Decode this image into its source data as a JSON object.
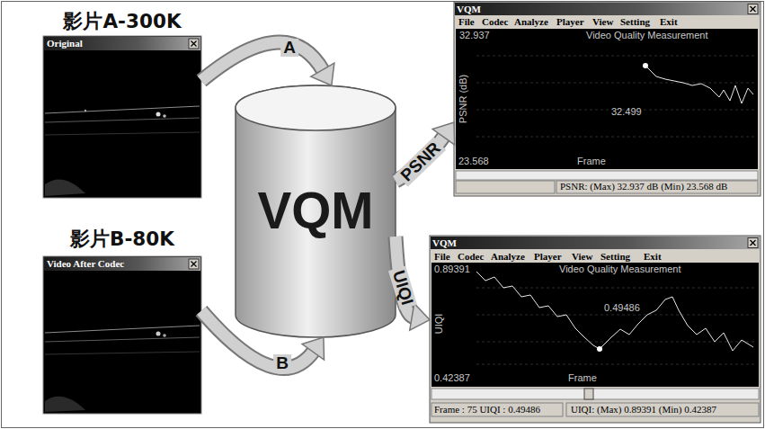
{
  "diagram": {
    "nodes": [
      {
        "text": [
          "影片A-300K",
          "Original"
        ]
      },
      {
        "text": [
          "影片B-80K",
          "Video After Codec"
        ]
      },
      {
        "text": [
          "VQM"
        ]
      },
      {
        "text": [
          "VQM"
        ]
      },
      {
        "text": [
          "VQM"
        ]
      }
    ],
    "edges": [
      {
        "from": 0,
        "to": 2,
        "arrow": "to",
        "label": "A"
      },
      {
        "from": 1,
        "to": 2,
        "arrow": "to",
        "label": "B"
      },
      {
        "from": 2,
        "to": 3,
        "arrow": "to",
        "label": "PSNR"
      },
      {
        "from": 2,
        "to": 4,
        "arrow": "to",
        "label": "UIQI"
      }
    ],
    "labels": [
      "File",
      "Codec",
      "Analyze",
      "Player",
      "View",
      "Setting",
      "Exit",
      "32.937",
      "Video Quality Measurement",
      "PSNR (dB)",
      "32.499",
      "23.568",
      "Frame",
      "PSNR: (Max) 32.937 dB (Min) 23.568 dB",
      "File",
      "Codec",
      "Analyze",
      "Player",
      "View",
      "Setting",
      "Exit",
      "0.89391",
      "Video Quality Measurement",
      "UIQI",
      "0.49486",
      "0.42387",
      "Frame",
      "Frame : 75 UIQI : 0.49486",
      "UIQI: (Max) 0.89391 (Min) 0.42387"
    ]
  }
}
